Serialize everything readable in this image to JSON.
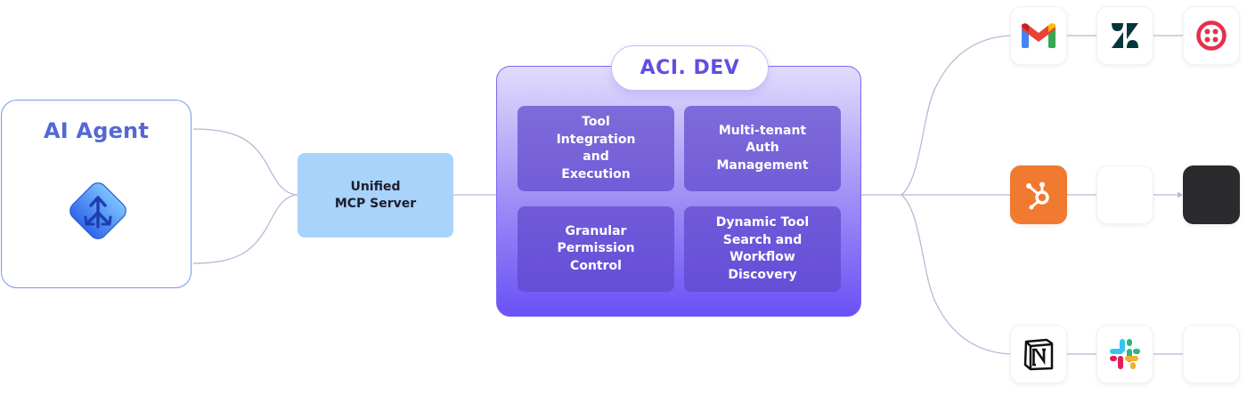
{
  "agent": {
    "title": "AI Agent",
    "icon": "arrow-split-diamond-icon"
  },
  "mcp_server": {
    "label": "Unified\nMCP Server"
  },
  "aci": {
    "title": "ACI. DEV",
    "features": [
      {
        "label": "Tool\nIntegration\nand\nExecution"
      },
      {
        "label": "Multi-tenant\nAuth\nManagement"
      },
      {
        "label": "Granular\nPermission\nControl"
      },
      {
        "label": "Dynamic Tool\nSearch and\nWorkflow\nDiscovery"
      }
    ]
  },
  "integrations": {
    "row1": [
      "gmail-icon",
      "zendesk-icon",
      "twilio-icon"
    ],
    "row2": [
      "hubspot-icon",
      "blank-tile",
      "dark-tile"
    ],
    "row3": [
      "notion-icon",
      "slack-icon",
      "blank-tile"
    ]
  },
  "colors": {
    "agent_title": "#5468d4",
    "mcp_fill": "#a8d3fb",
    "aci_accent": "#5f4fe2",
    "hubspot": "#ef7a30",
    "twilio": "#e5304b",
    "connector": "#b9b8d6"
  }
}
